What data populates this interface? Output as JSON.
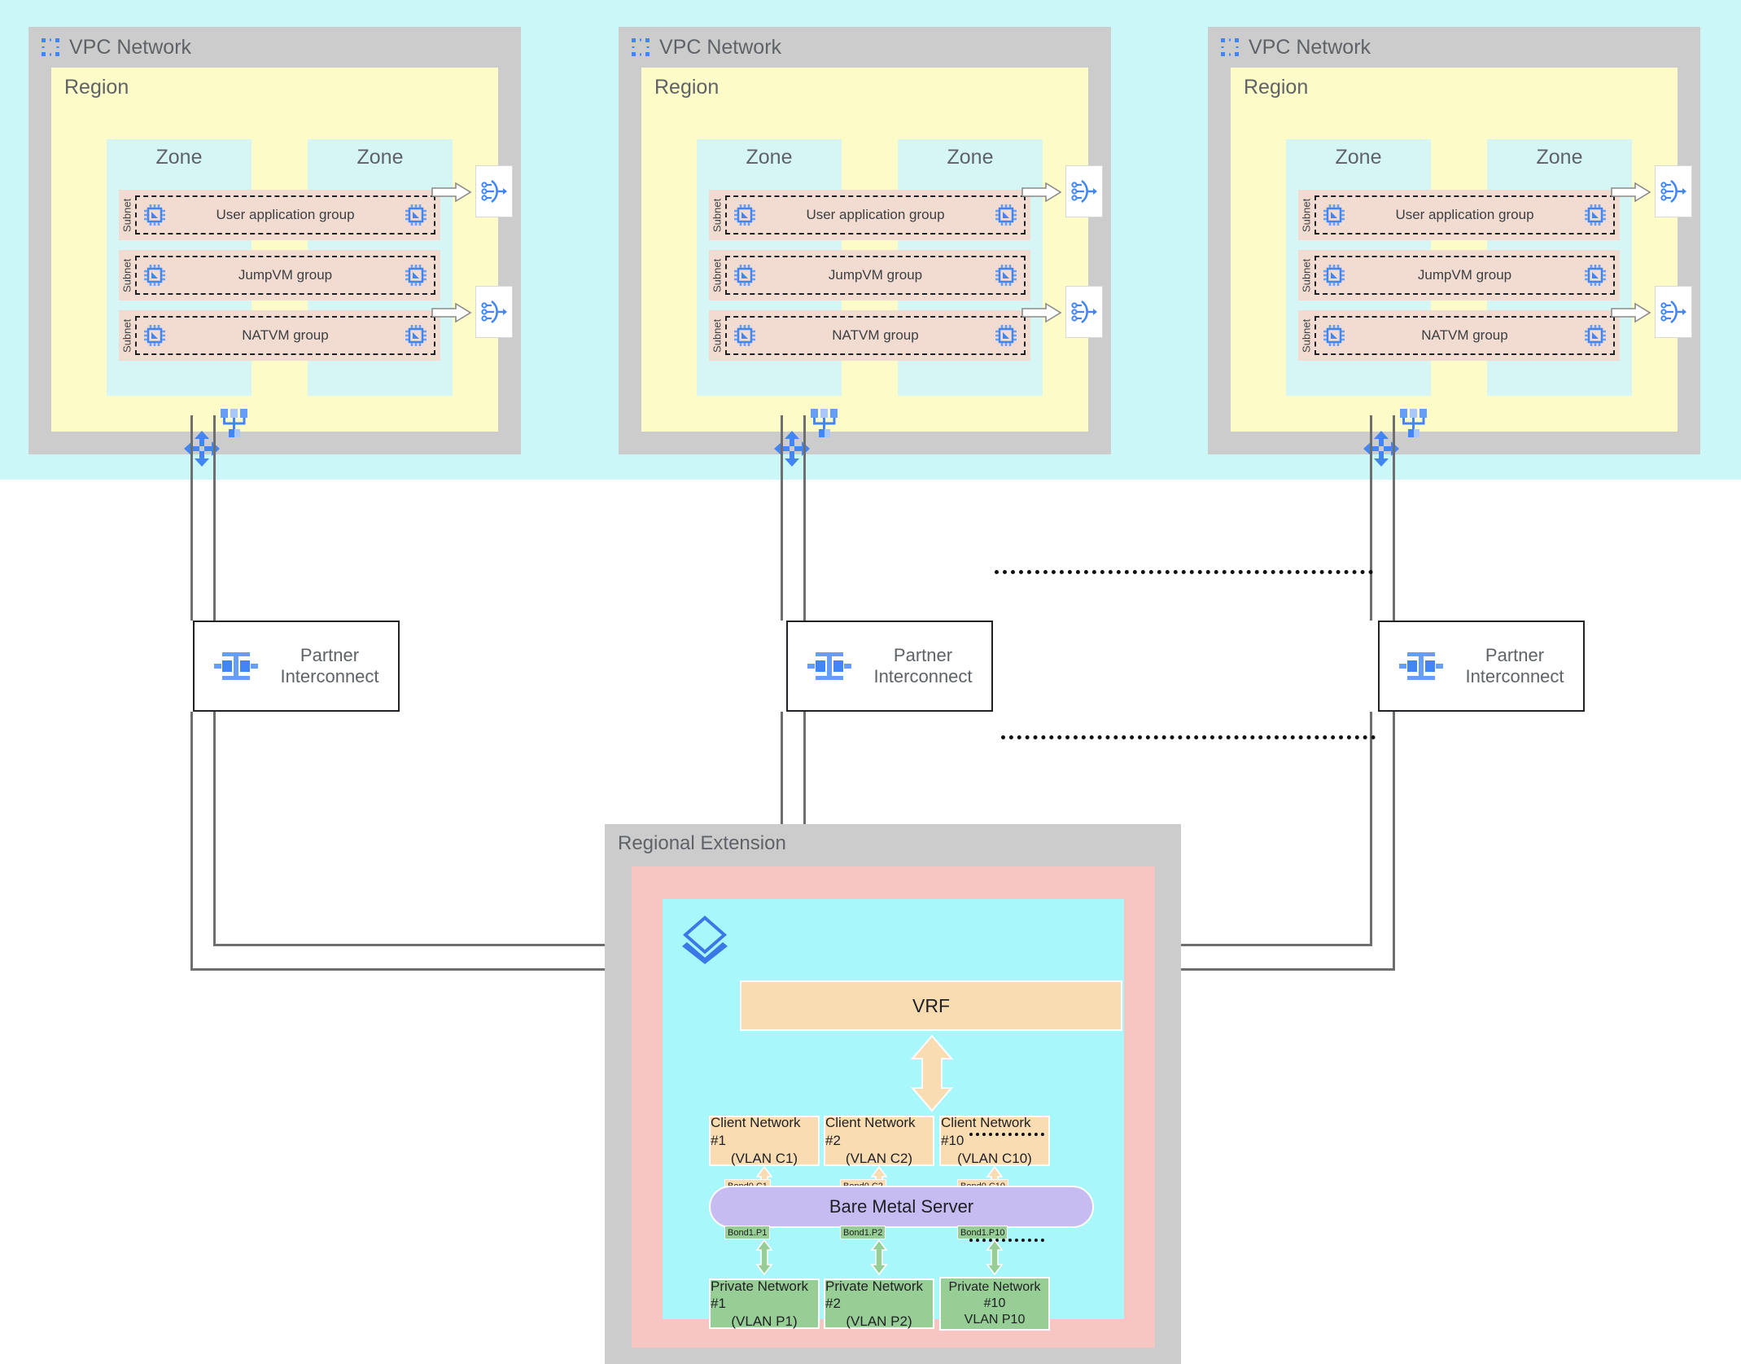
{
  "colors": {
    "band": "#CCF7F9",
    "vpc_gray": "#CCCCCC",
    "region_yellow": "#FDFBC8",
    "zone_cyan": "#D6F6F6",
    "subnet_peach": "#F2DCD2",
    "google_blue": "#4285F4",
    "text_gray": "#5F6368",
    "vrf_orange": "#FADCB3",
    "private_green": "#97CE95",
    "bms_purple": "#C7BCF2",
    "regext_pink": "#F8C6C2",
    "inner_cyan": "#A8F7FA",
    "line_gray": "#6E6E6E"
  },
  "vpcs": [
    {
      "title": "VPC Network",
      "icon": "vpc-network-icon",
      "region_label": "Region",
      "zones": [
        "Zone",
        "Zone"
      ],
      "subnets": [
        {
          "label": "Subnet",
          "group": "User application group",
          "has_lb": true
        },
        {
          "label": "Subnet",
          "group": "JumpVM group",
          "has_lb": false
        },
        {
          "label": "Subnet",
          "group": "NATVM group",
          "has_lb": true
        }
      ],
      "hierarchy_icon": "hierarchy-icon",
      "router_icon": "cloud-router-icon"
    },
    {
      "title": "VPC Network",
      "icon": "vpc-network-icon",
      "region_label": "Region",
      "zones": [
        "Zone",
        "Zone"
      ],
      "subnets": [
        {
          "label": "Subnet",
          "group": "User application group",
          "has_lb": true
        },
        {
          "label": "Subnet",
          "group": "JumpVM group",
          "has_lb": false
        },
        {
          "label": "Subnet",
          "group": "NATVM group",
          "has_lb": true
        }
      ],
      "hierarchy_icon": "hierarchy-icon",
      "router_icon": "cloud-router-icon"
    },
    {
      "title": "VPC Network",
      "icon": "vpc-network-icon",
      "region_label": "Region",
      "zones": [
        "Zone",
        "Zone"
      ],
      "subnets": [
        {
          "label": "Subnet",
          "group": "User application group",
          "has_lb": true
        },
        {
          "label": "Subnet",
          "group": "JumpVM group",
          "has_lb": false
        },
        {
          "label": "Subnet",
          "group": "NATVM group",
          "has_lb": true
        }
      ],
      "hierarchy_icon": "hierarchy-icon",
      "router_icon": "cloud-router-icon"
    }
  ],
  "partner_interconnects": [
    {
      "line1": "Partner",
      "line2": "Interconnect",
      "icon": "interconnect-icon"
    },
    {
      "line1": "Partner",
      "line2": "Interconnect",
      "icon": "interconnect-icon"
    },
    {
      "line1": "Partner",
      "line2": "Interconnect",
      "icon": "interconnect-icon"
    }
  ],
  "regional_extension": {
    "title": "Regional Extension",
    "stack_icon": "layers-icon",
    "vrf": "VRF",
    "client_networks": [
      {
        "name": "Client Network #1",
        "vlan": "(VLAN C1)",
        "bond": "Bond0.C1"
      },
      {
        "name": "Client Network #2",
        "vlan": "(VLAN C2)",
        "bond": "Bond0.C2"
      },
      {
        "name": "Client Network #10",
        "vlan": "(VLAN C10)",
        "bond": "Bond0.C10"
      }
    ],
    "server": "Bare Metal Server",
    "private_networks": [
      {
        "name": "Private Network #1",
        "vlan": "(VLAN P1)",
        "bond": "Bond1.P1"
      },
      {
        "name": "Private Network #2",
        "vlan": "(VLAN P2)",
        "bond": "Bond1.P2"
      },
      {
        "name": "Private Network",
        "name2": "#10",
        "vlan": "VLAN P10",
        "bond": "Bond1.P10"
      }
    ]
  }
}
